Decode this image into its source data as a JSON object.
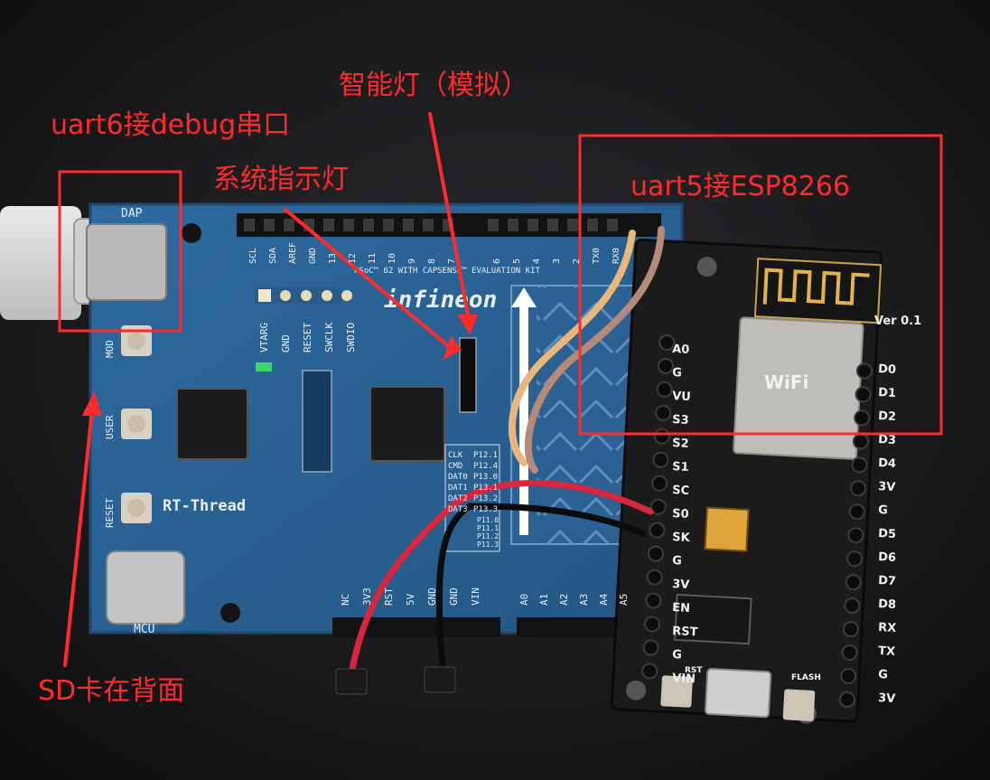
{
  "annotations": {
    "uart6_debug": "uart6接debug串口",
    "smart_light": "智能灯（模拟）",
    "system_led": "系统指示灯",
    "uart5_esp": "uart5接ESP8266",
    "sd_card": "SD卡在背面"
  },
  "board": {
    "brand": "infineon",
    "rtos_logo": "RT-Thread",
    "dap_label": "DAP",
    "mcu_label": "MCU",
    "eval_kit": "PSoC™ 62 WITH CAPSENSE™ EVALUATION KIT",
    "btn_mod": "MOD",
    "btn_user": "USER",
    "btn_reset": "RESET",
    "swd_pins": [
      "VTARG",
      "GND",
      "RESET",
      "SWCLK",
      "SWDIO"
    ],
    "top_pins": [
      "SCL",
      "SDA",
      "AREF",
      "GND",
      "13",
      "12",
      "11",
      "10",
      "9",
      "8",
      "7",
      "6",
      "5",
      "4",
      "3",
      "2",
      "TX0",
      "RX0"
    ],
    "power_pins": [
      "NC",
      "3V3",
      "RST",
      "5V",
      "GND",
      "GND",
      "VIN"
    ],
    "analog_pins": [
      "A0",
      "A1",
      "A2",
      "A3",
      "A4",
      "A5"
    ],
    "sd_table": [
      "CLK",
      "CMD",
      "DAT0",
      "DAT1",
      "DAT2",
      "DAT3"
    ],
    "sd_pins": [
      "P12.1",
      "P12.4",
      "P13.0",
      "P13.1",
      "P13.2",
      "P13.3"
    ],
    "p1_labels": [
      "P11.0",
      "P11.1",
      "P11.2",
      "P11.3"
    ]
  },
  "module": {
    "version": "Ver 0.1",
    "wifi_badge": "WiFi",
    "left_pins": [
      "A0",
      "G",
      "VU",
      "S3",
      "S2",
      "S1",
      "SC",
      "S0",
      "SK",
      "G",
      "3V",
      "EN",
      "RST",
      "G",
      "VIN"
    ],
    "right_pins": [
      "D0",
      "D1",
      "D2",
      "D3",
      "D4",
      "3V",
      "G",
      "D5",
      "D6",
      "D7",
      "D8",
      "RX",
      "TX",
      "G",
      "3V"
    ],
    "btn_rst": "RST",
    "btn_flash": "FLASH"
  },
  "colors": {
    "annotation": "#ff2a2a",
    "board": "#2a5f90",
    "module": "#1b1b1b",
    "background": "#1a1a1c"
  }
}
